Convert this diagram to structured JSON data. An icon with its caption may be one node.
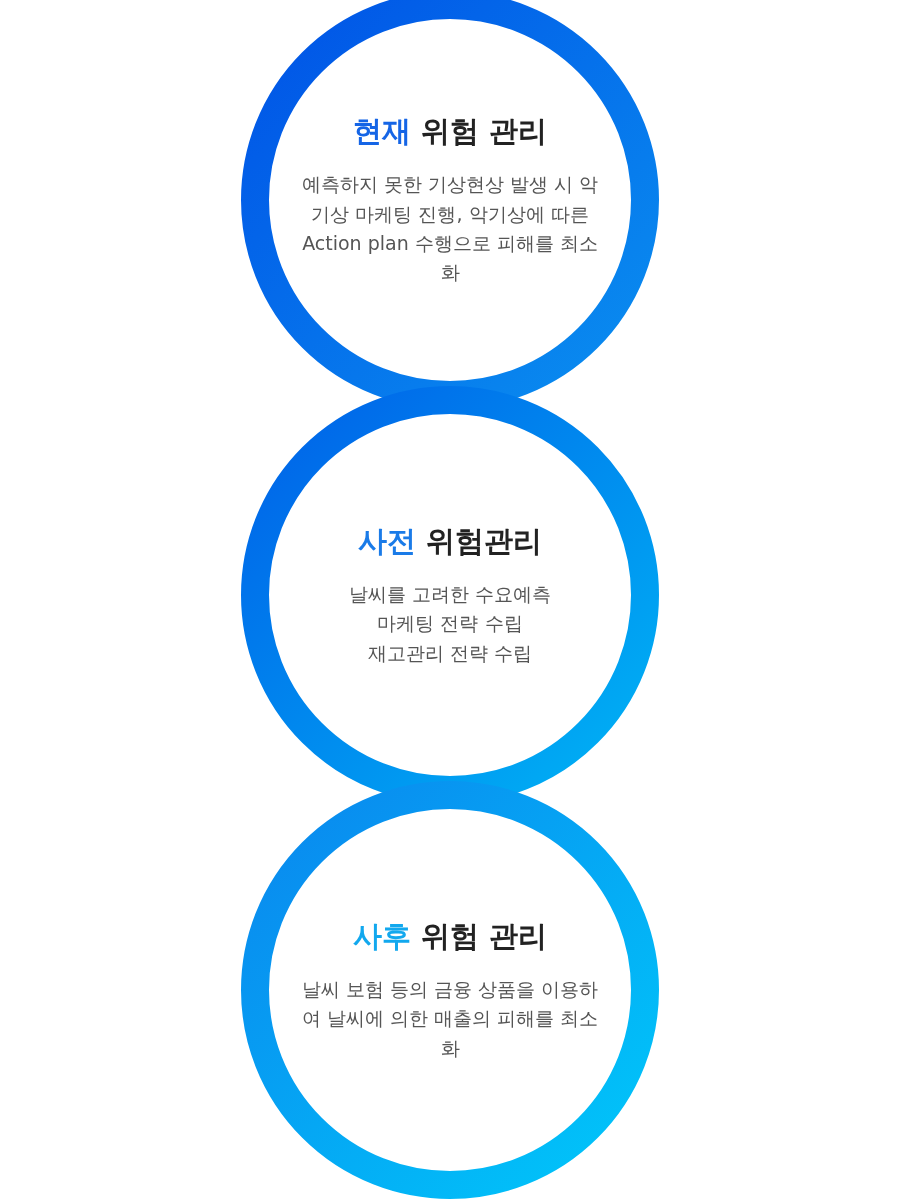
{
  "diagram": {
    "nodes": [
      {
        "text": [
          "현재 위험 관리",
          "예측하지 못한 기상현상 발생 시 악기상 마케팅 진행, 악기상에 따른 Action plan 수행으로 피해를 최소화"
        ]
      },
      {
        "text": [
          "사전 위험관리",
          "날씨를 고려한 수요예측",
          "마케팅 전략 수립",
          "재고관리 전략 수립"
        ]
      },
      {
        "text": [
          "사후 위험 관리",
          "날씨 보험 등의 금융 상품을 이용하여 날씨에 의한 매출의 피해를 최소화"
        ]
      }
    ]
  }
}
